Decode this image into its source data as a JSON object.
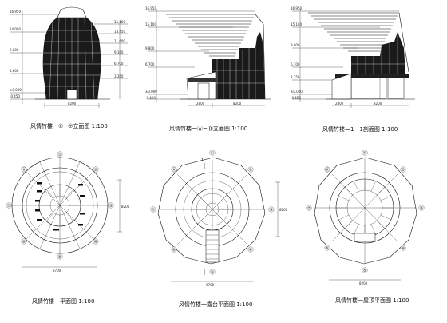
{
  "drawings": {
    "elevation_1": {
      "caption": "风情竹楼一①~⑦立面图 1:100",
      "left_levels": [
        "16.950",
        "14.000",
        "9.800",
        "4.800",
        "±0.000",
        "-0.450"
      ],
      "right_levels": [
        "15.100",
        "13.450",
        "11.600",
        "9.160",
        "6.700",
        "3.350"
      ],
      "bottom_dim": "8200"
    },
    "elevation_2": {
      "caption": "风情竹楼一Ⓐ~Ⓓ立面图 1:100",
      "left_levels": [
        "16.950",
        "15.100",
        "9.800",
        "6.700",
        "±0.000",
        "-0.450"
      ],
      "bottom_dims": [
        "2800",
        "8200"
      ]
    },
    "section_1": {
      "caption": "风情竹楼一1—1剖面图 1:100",
      "left_levels": [
        "16.950",
        "15.100",
        "9.800",
        "6.700",
        "3.350",
        "±0.000",
        "-0.450"
      ],
      "bottom_dims": [
        "2800",
        "8200"
      ]
    },
    "plan_1": {
      "caption": "风情竹楼一平面图 1:100",
      "grid_labels": [
        "①",
        "②",
        "③",
        "④",
        "⑤",
        "⑥",
        "⑦",
        "Ⓐ",
        "Ⓑ",
        "Ⓒ",
        "Ⓓ"
      ],
      "dims": [
        "8200",
        "9700"
      ]
    },
    "plan_2": {
      "caption": "风情竹楼一露台平面图 1:100",
      "section_mark": "1",
      "grid_labels": [
        "①",
        "②",
        "③",
        "④",
        "⑤",
        "⑥",
        "⑦",
        "Ⓐ",
        "Ⓑ",
        "Ⓒ",
        "Ⓓ"
      ],
      "dims": [
        "8200",
        "9700"
      ]
    },
    "plan_3": {
      "caption": "风情竹楼一屋顶平面图 1:100",
      "grid_labels": [
        "①",
        "②",
        "③",
        "④",
        "⑤",
        "⑥",
        "⑦",
        "Ⓐ",
        "Ⓑ",
        "Ⓒ",
        "Ⓓ"
      ],
      "dims": [
        "8200"
      ]
    }
  }
}
